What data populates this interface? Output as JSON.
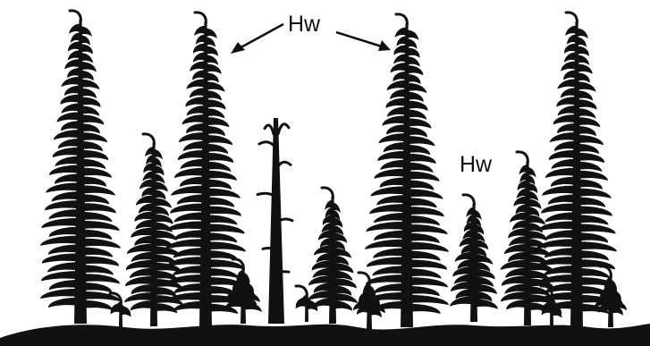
{
  "diagram": {
    "labels": [
      {
        "id": "hw-top",
        "text": "Hw"
      },
      {
        "id": "hw-mid",
        "text": "Hw"
      }
    ],
    "colors": {
      "ink": "#111111",
      "background": "#ffffff"
    }
  }
}
